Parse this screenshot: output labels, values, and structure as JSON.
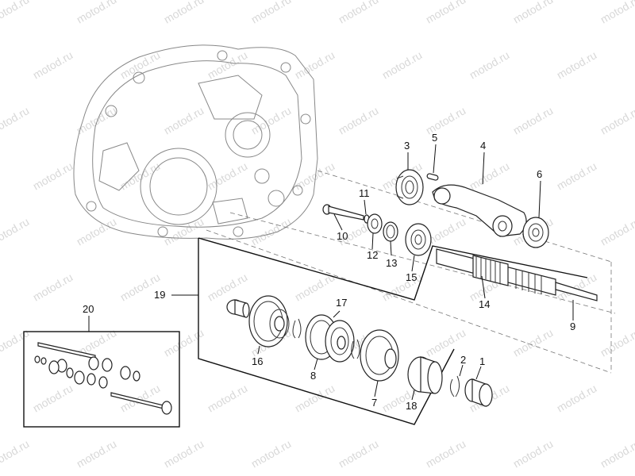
{
  "watermark": "motod.ru",
  "callouts": {
    "c1": "1",
    "c2": "2",
    "c3": "3",
    "c4": "4",
    "c5": "5",
    "c6": "6",
    "c7": "7",
    "c8": "8",
    "c9": "9",
    "c10": "10",
    "c11": "11",
    "c12": "12",
    "c13": "13",
    "c14": "14",
    "c15": "15",
    "c16": "16",
    "c17": "17",
    "c18": "18",
    "c19": "19",
    "c20": "20"
  }
}
